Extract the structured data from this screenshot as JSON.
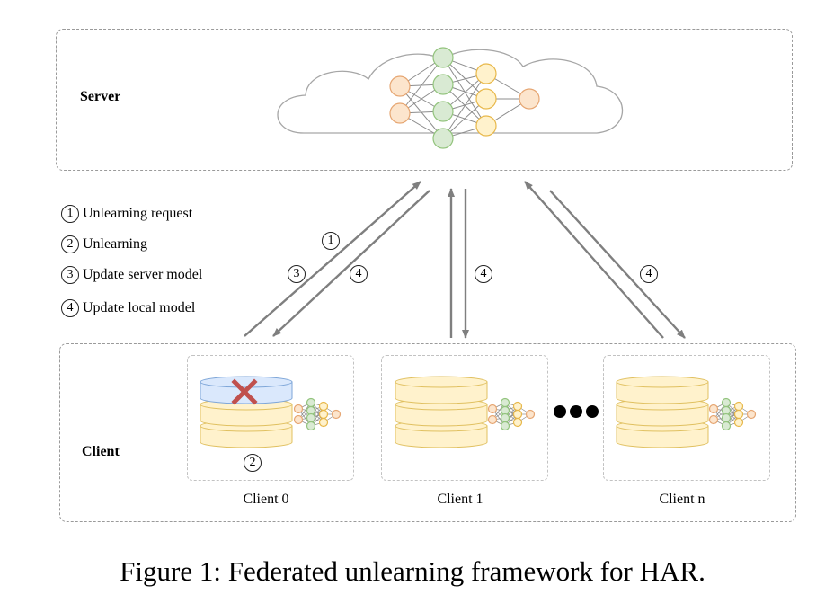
{
  "server": {
    "label": "Server"
  },
  "client_section": {
    "label": "Client"
  },
  "legend": [
    {
      "num": "1",
      "text": "Unlearning request"
    },
    {
      "num": "2",
      "text": "Unlearning"
    },
    {
      "num": "3",
      "text": "Update server model"
    },
    {
      "num": "4",
      "text": "Update local model"
    }
  ],
  "clients": [
    {
      "name": "Client 0",
      "step": "2"
    },
    {
      "name": "Client 1"
    },
    {
      "name": "Client n"
    }
  ],
  "arrow_badges": {
    "request": "1",
    "update_server": "3",
    "update_local": "4"
  },
  "colors": {
    "input_node": "#fce5cd",
    "hidden1_node": "#d9ead3",
    "hidden2_node": "#fff2cc",
    "output_node": "#fce5cd",
    "database": "#fff2cc",
    "deleted_layer": "#dae8fc",
    "delete_mark": "#c0504d",
    "arrow": "#7f7f7f"
  },
  "caption": "Figure 1: Federated unlearning framework for HAR."
}
